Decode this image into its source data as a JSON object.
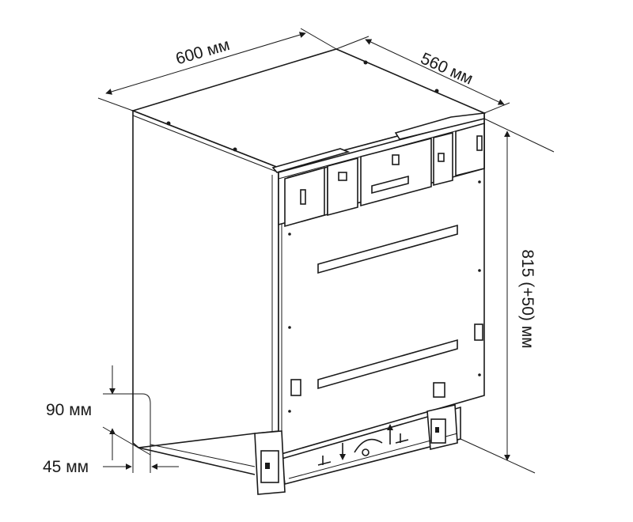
{
  "dimensions": {
    "width": "600 мм",
    "depth": "560 мм",
    "height": "815 (+50) мм",
    "plinth_height": "90 мм",
    "plinth_depth": "45 мм"
  }
}
